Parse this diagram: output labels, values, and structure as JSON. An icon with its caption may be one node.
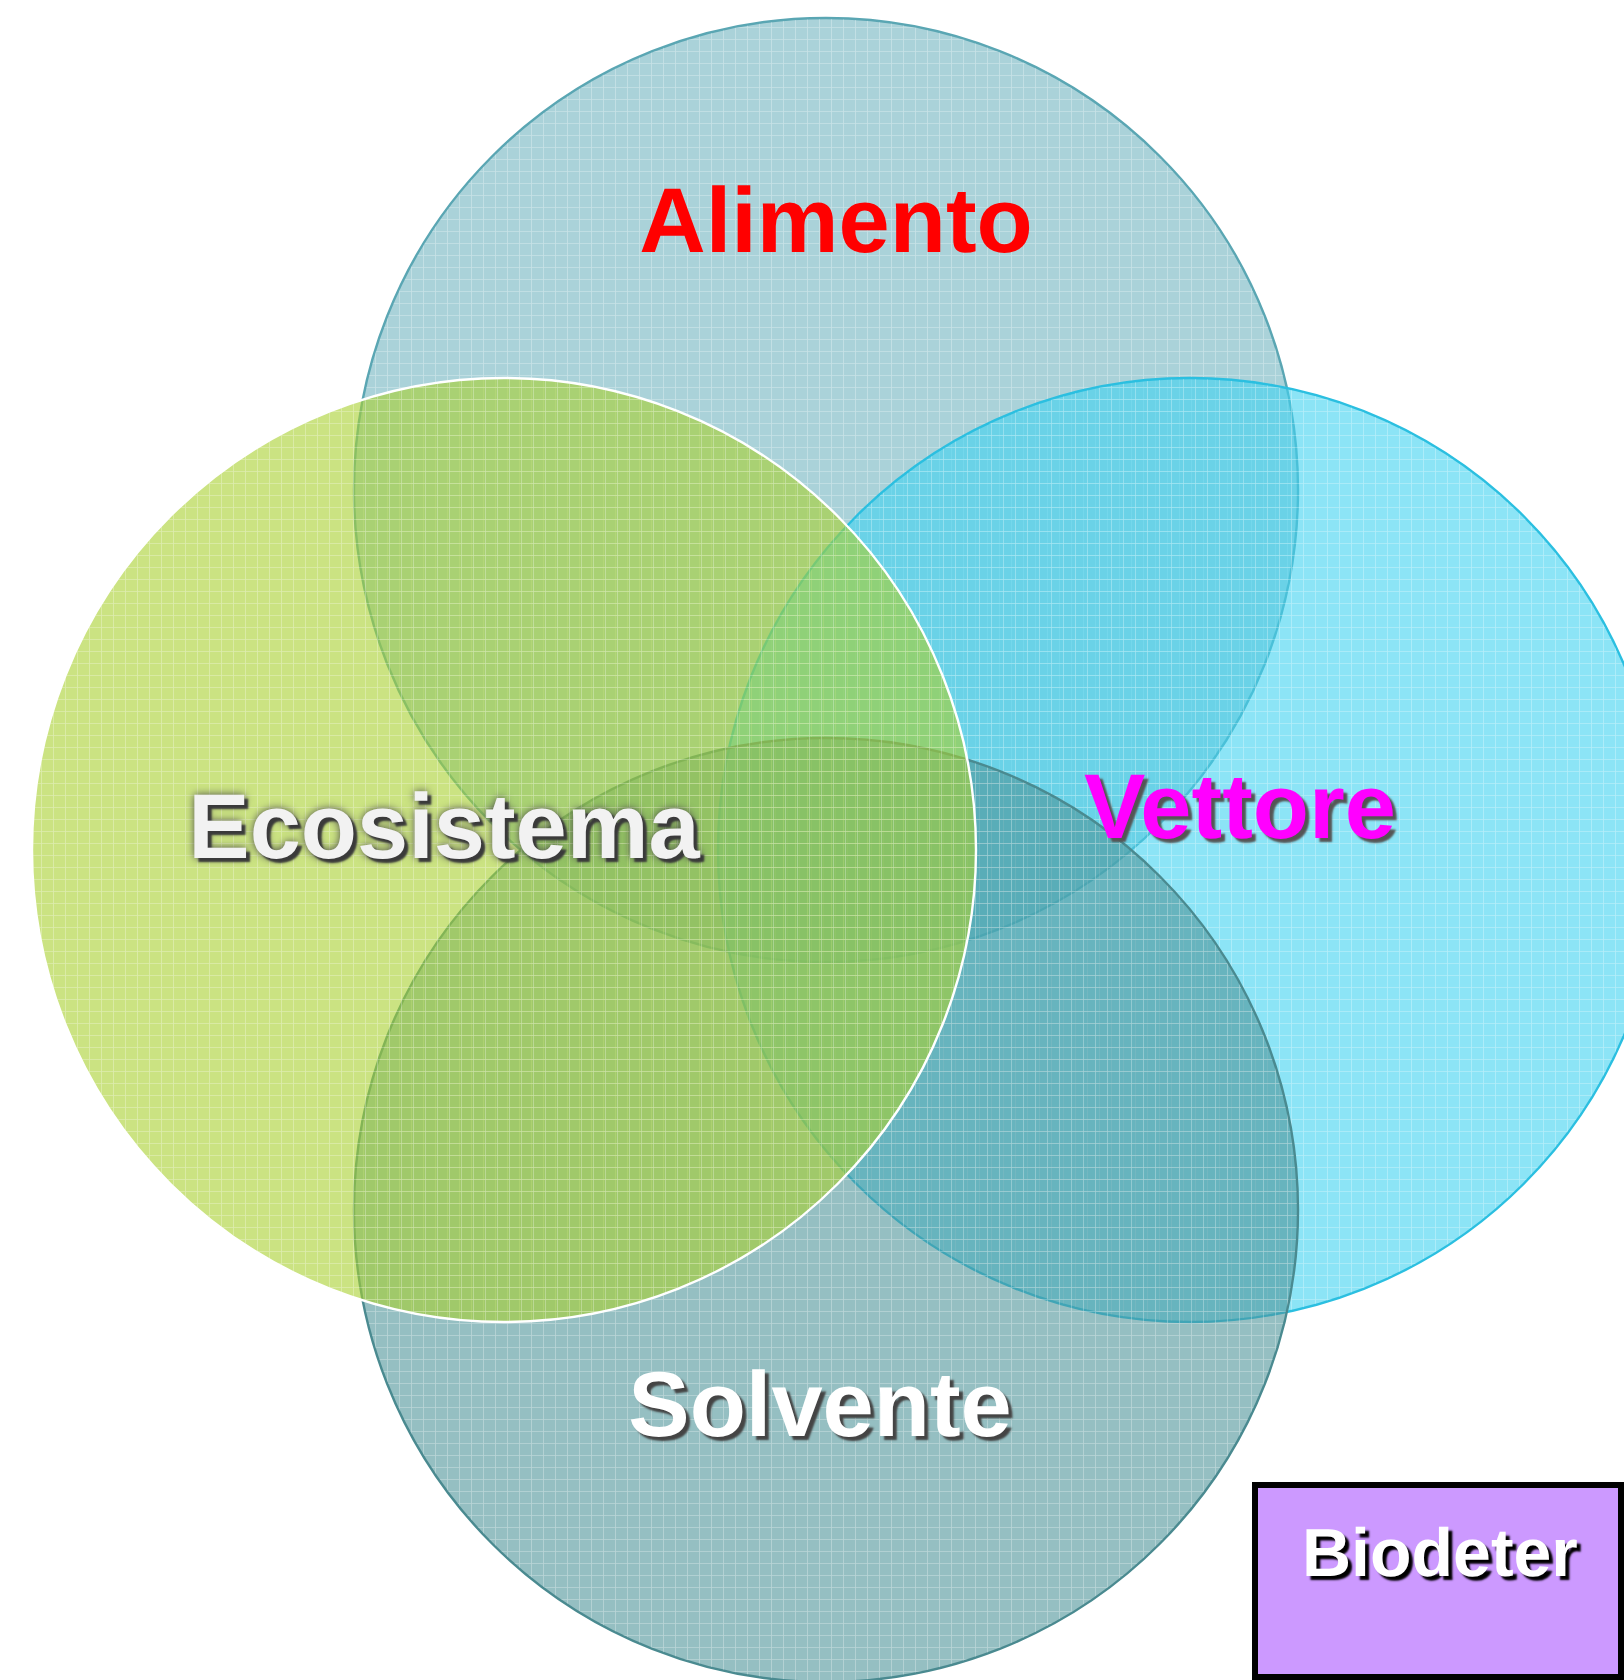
{
  "diagram": {
    "nodes": [
      {
        "text": [
          "Alimento"
        ]
      },
      {
        "text": [
          "Ecosistema"
        ]
      },
      {
        "text": [
          "Vettore"
        ]
      },
      {
        "text": [
          "Solvente"
        ]
      },
      {
        "text": [
          "Biodeter"
        ]
      }
    ]
  }
}
